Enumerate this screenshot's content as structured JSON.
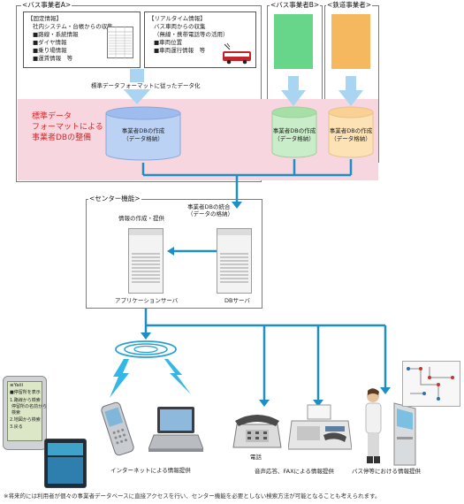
{
  "colors": {
    "line": "#1d8fc4",
    "pink": "#f7d6df",
    "green": "#67d68a",
    "orange": "#f5b85f",
    "bigArrow": "#a9d4f2",
    "red": "#d62a2a"
  },
  "groups": {
    "busA": "<バス事業者A>",
    "busB": "<バス事業者B>",
    "rail": "<鉄道事業者>",
    "center": "<センター機能>"
  },
  "fixedInfo": {
    "title": "【固定情報】",
    "lines": [
      "社内システム・台帳からの収集",
      "■路線・系統情報",
      "■ダイヤ情報",
      "■乗り場情報",
      "■運賃情報　等"
    ]
  },
  "realtimeInfo": {
    "title": "【リアルタイム情報】",
    "lines": [
      "バス車両からの収集",
      "（無線・携帯電話等の活用）",
      "■車両位置",
      "■車両運行情報　等"
    ]
  },
  "standardize": "標準データフォーマットに従ったデータ化",
  "pinkLabel": [
    "標準データ",
    "フォーマットによる",
    "事業者DBの整備"
  ],
  "dbs": [
    {
      "line1": "事業者DBの作成",
      "line2": "（データ格納）"
    },
    {
      "line1": "事業者DBの作成",
      "line2": "（データ格納）"
    },
    {
      "line1": "事業者DBの作成",
      "line2": "（データ格納）"
    }
  ],
  "center": {
    "integrate1": "事業者DBの統合",
    "integrate2": "（データの格納）",
    "create": "情報の作成・提供",
    "appServer": "アプリケーションサーバ",
    "dbServer": "DBサーバ"
  },
  "phone": {
    "header": "≡Yaiii",
    "lines": [
      "■停留所を表示",
      "1.路線から検索",
      "停留所の名前から",
      "検索",
      "2.地図から検索",
      "3.戻る"
    ]
  },
  "outputs": {
    "internet": "インターネットによる情報提供",
    "tel": "電話",
    "fax": "音声応答、FAXによる情報提供",
    "stop": "バス停等における情報提供"
  },
  "footnote": "※将来的には利用者が個々の事業者データベースに直接アクセスを行い、センター機能を必要としない検索方法が可能となることも考えられます。"
}
